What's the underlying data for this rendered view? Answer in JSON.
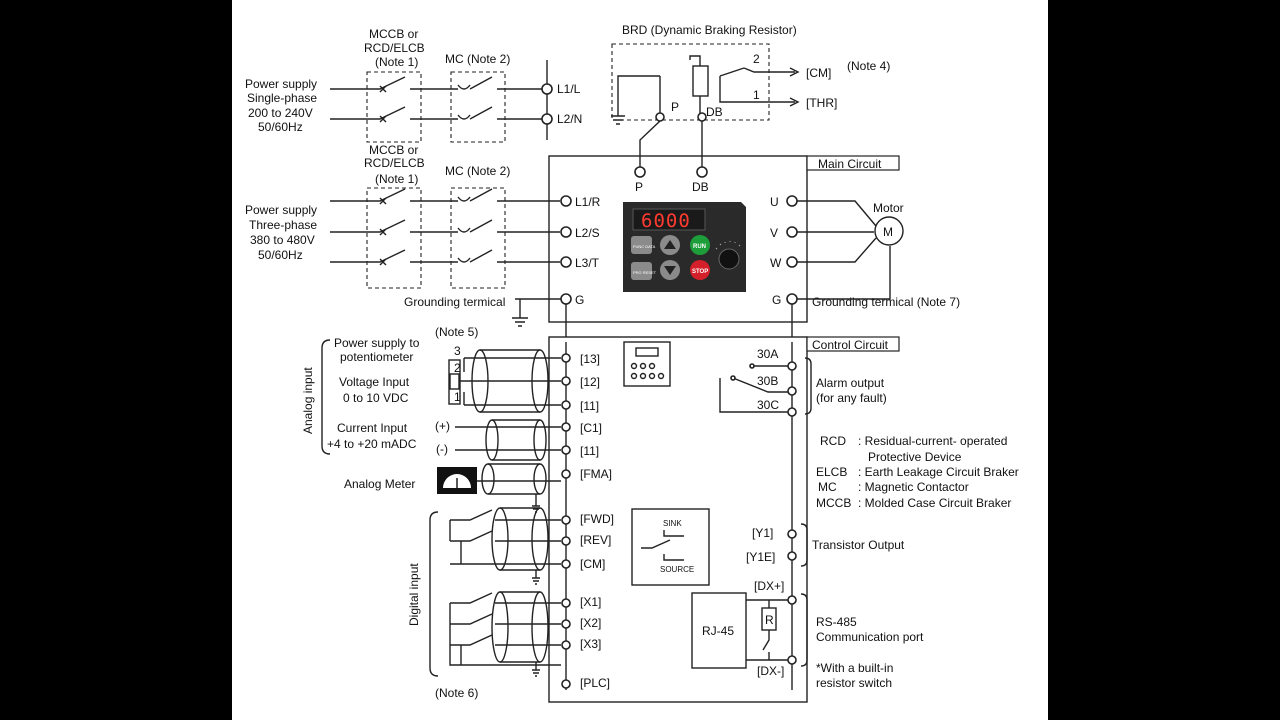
{
  "brd": {
    "title": "BRD (Dynamic Braking Resistor)",
    "p": "P",
    "db": "DB",
    "contact2": "2",
    "contact1": "1",
    "cm": "[CM]",
    "thr": "[THR]",
    "note4": "(Note 4)"
  },
  "supply1": {
    "mccb": [
      "MCCB or",
      "RCD/ELCB",
      "(Note 1)"
    ],
    "mc": "MC (Note 2)",
    "label": [
      "Power supply",
      "Single-phase",
      "200 to 240V",
      "50/60Hz"
    ],
    "terms": [
      "L1/L",
      "L2/N"
    ]
  },
  "supply3": {
    "mccb": [
      "MCCB or",
      "RCD/ELCB",
      "(Note 1)"
    ],
    "mc": "MC (Note 2)",
    "label": [
      "Power supply",
      "Three-phase",
      "380 to 480V",
      "50/60Hz"
    ],
    "terms": [
      "L1/R",
      "L2/S",
      "L3/T"
    ]
  },
  "main": {
    "title": "Main Circuit",
    "p": "P",
    "db": "DB",
    "g": "G",
    "ground_left": "Grounding termical",
    "ground_right": "Grounding termical (Note 7)",
    "outputs": [
      "U",
      "V",
      "W"
    ],
    "motor": "Motor",
    "motor_symbol": "M"
  },
  "keypad": {
    "display": "6000",
    "run": "RUN",
    "stop": "STOP",
    "func": "FUNC DATA",
    "prg": "PRG RESET"
  },
  "control": {
    "title": "Control Circuit",
    "note5": "(Note 5)",
    "note6": "(Note 6)",
    "analog_group": "Analog input",
    "digital_group": "Digital input",
    "pot_label": [
      "Power supply to",
      "potentiometer"
    ],
    "pot_pins": [
      "3",
      "2",
      "1"
    ],
    "voltage_label": [
      "Voltage Input",
      "0 to 10 VDC"
    ],
    "current_label": [
      "Current Input",
      "+4 to +20 mADC"
    ],
    "current_pins": [
      "(+)",
      "(-)"
    ],
    "meter_label": "Analog Meter",
    "left_terms": [
      "[13]",
      "[12]",
      "[11]",
      "[C1]",
      "[11]",
      "[FMA]",
      "[FWD]",
      "[REV]",
      "[CM]",
      "[X1]",
      "[X2]",
      "[X3]",
      "[PLC]"
    ],
    "alarm_terms": [
      "30A",
      "30B",
      "30C"
    ],
    "alarm_label": [
      "Alarm output",
      "(for any fault)"
    ],
    "sink": "SINK",
    "source": "SOURCE",
    "transistor_terms": [
      "[Y1]",
      "[Y1E]"
    ],
    "transistor_label": "Transistor Output",
    "rj45": "RJ-45",
    "resistor": "R",
    "dx_terms": [
      "[DX+]",
      "[DX-]"
    ],
    "comm_label": [
      "RS-485",
      "Communication port"
    ],
    "switch_note": [
      "*With a built-in",
      "resistor switch"
    ]
  },
  "legend": [
    {
      "abbr": "RCD",
      "desc": ": Residual-current- operated"
    },
    {
      "abbr": "",
      "desc": "Protective Device"
    },
    {
      "abbr": "ELCB",
      "desc": ": Earth Leakage Circuit Braker"
    },
    {
      "abbr": "MC",
      "desc": ": Magnetic Contactor"
    },
    {
      "abbr": "MCCB",
      "desc": ": Molded Case Circuit Braker"
    }
  ]
}
